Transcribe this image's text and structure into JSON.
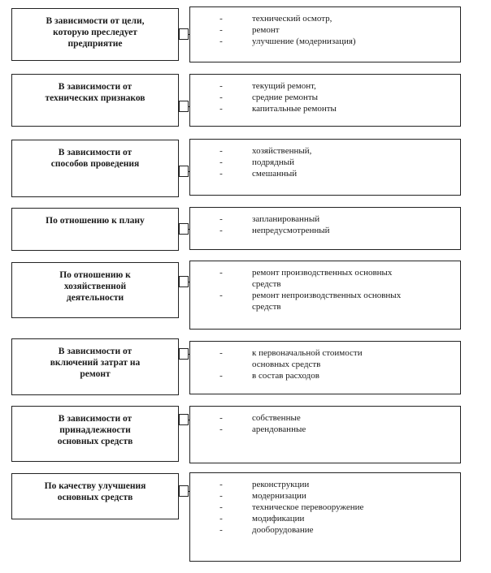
{
  "rows": [
    {
      "category": "В зависимости от цели,\nкоторую преследует\nпредприятие",
      "items": [
        "технический осмотр,",
        "ремонт",
        "улучшение (модернизация)"
      ]
    },
    {
      "category": "В зависимости от\nтехнических признаков",
      "items": [
        "текущий ремонт,",
        "средние ремонты",
        "капитальные ремонты"
      ]
    },
    {
      "category": "В зависимости от\nспособов проведения",
      "items": [
        "хозяйственный,",
        "подрядный",
        "смешанный"
      ]
    },
    {
      "category": "По отношению к плану",
      "items": [
        "запланированный",
        "непредусмотренный"
      ]
    },
    {
      "category": "По отношению к\nхозяйственной\nдеятельности",
      "items": [
        "ремонт производственных основных\nсредств",
        "ремонт непроизводственных основных\nсредств"
      ]
    },
    {
      "category": "В зависимости от\nвключений затрат на\nремонт",
      "items": [
        "к первоначальной стоимости\nосновных средств",
        "в состав расходов"
      ]
    },
    {
      "category": "В зависимости от\nпринадлежности\nосновных средств",
      "items": [
        "собственные",
        "арендованные"
      ]
    },
    {
      "category": "По качеству улучшения\nосновных средств",
      "items": [
        "реконструкции",
        "модернизации",
        "техническое перевооружение",
        "модификации",
        "дооборудование"
      ]
    }
  ],
  "bullet": "-"
}
